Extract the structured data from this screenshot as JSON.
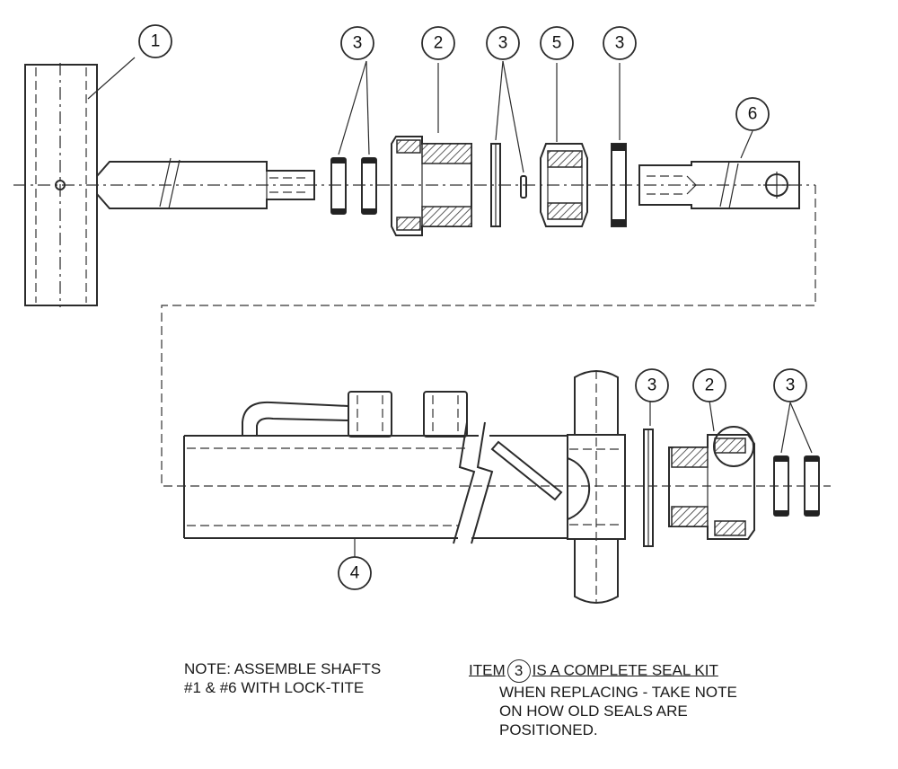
{
  "callouts": {
    "c1": "1",
    "c2a": "2",
    "c3a": "3",
    "c3b": "3",
    "c5": "5",
    "c3c": "3",
    "c6": "6",
    "c3d": "3",
    "c2b": "2",
    "c3e": "3",
    "c4": "4"
  },
  "notes": {
    "left_line1": "NOTE: ASSEMBLE SHAFTS",
    "left_line2": "#1 & #6 WITH LOCK-TITE",
    "right_prefix": "ITEM",
    "right_item": "3",
    "right_line1": "IS A COMPLETE SEAL KIT",
    "right_line2": "WHEN REPLACING - TAKE NOTE",
    "right_line3": "ON HOW OLD SEALS ARE",
    "right_line4": "POSITIONED."
  }
}
